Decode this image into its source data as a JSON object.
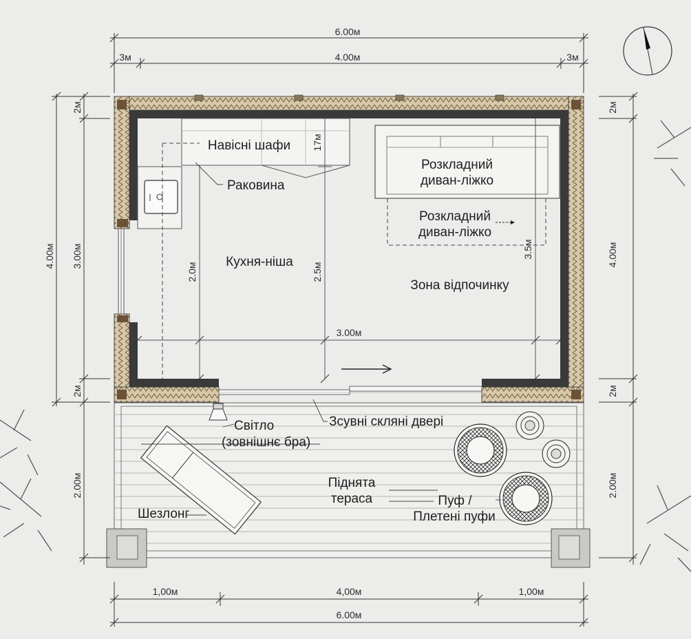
{
  "dimensions": {
    "top_total": "6.00м",
    "top_left": "3м",
    "top_mid": "4.00м",
    "top_right": "3м",
    "left_outer": "4.00м",
    "left_inner": "3.00м",
    "left_top_wall": "2м",
    "left_bottom_wall": "2м",
    "left_terrace": "2.00м",
    "right_top_wall": "2м",
    "right_outer": "4.00м",
    "right_bottom_wall": "2м",
    "right_terrace": "2.00м",
    "bottom_left": "1,00м",
    "bottom_mid": "4,00м",
    "bottom_right": "1,00м",
    "bottom_total": "6.00м",
    "inner_cabinets_depth": "17м",
    "inner_kitchen_height": "2.0м",
    "inner_mid_height": "2.5м",
    "inner_right_height": "3.5м",
    "inner_width": "3.00м"
  },
  "labels": {
    "wall_cabinets": "Навісні шафи",
    "sink": "Раковина",
    "sofa_bed": "Розкладний диван-ліжко",
    "sofa_bed_line1": "Розкладний",
    "sofa_bed_line2": "диван-ліжко",
    "sofa_bed_open_line1": "Розкладний",
    "sofa_bed_open_line2": "диван-ліжко",
    "kitchen_niche": "Кухня-ніша",
    "rest_zone": "Зона відпочинку",
    "light_line1": "Світло",
    "light_line2": "(зовнішнє бра)",
    "sliding_doors": "Зсувні скляні двері",
    "terrace_line1": "Піднята",
    "terrace_line2": "тераса",
    "pouf_line1": "Пуф /",
    "pouf_line2": "Плетені пуфи",
    "lounger": "Шезлонг"
  },
  "icons": {
    "compass": "north-arrow-icon",
    "sink": "sink-icon",
    "wall_lamp": "wall-lamp-icon",
    "direction": "arrow-right-icon"
  },
  "colors": {
    "background": "#ecedeb",
    "wall_core": "#3a3a3a",
    "insulation": "#c9b79a",
    "column": "#c9c9c6"
  }
}
